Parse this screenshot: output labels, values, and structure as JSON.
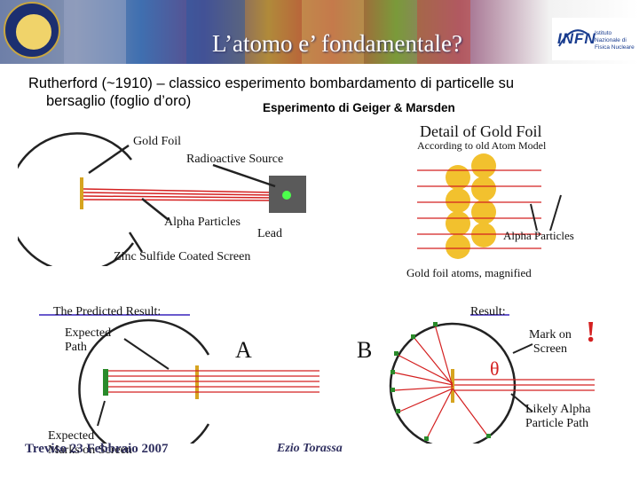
{
  "header": {
    "title": "L’atomo e’ fondamentale?",
    "logo_left": "university-seal",
    "logo_right": "INFN",
    "logo_right_sub": "Istituto Nazionale di Fisica Nucleare"
  },
  "intro": {
    "line1": "Rutherford (~1910) – classico esperimento bombardamento di particelle su",
    "line2": "bersaglio (foglio d’oro)"
  },
  "experiment_label": "Esperimento di Geiger & Marsden",
  "setup": {
    "gold_foil": "Gold Foil",
    "radioactive_source": "Radioactive Source",
    "alpha_particles": "Alpha Particles",
    "lead": "Lead",
    "screen": "Zinc Sulfide Coated Screen"
  },
  "detail": {
    "title": "Detail of Gold Foil",
    "subtitle": "According to old Atom Model",
    "alpha_particles": "Alpha Particles",
    "atoms": "Gold foil atoms, magnified"
  },
  "predicted": {
    "title": "The Predicted Result:",
    "expected_path": [
      "Expected",
      "Path"
    ],
    "expected_marks": [
      "Expected",
      "Marks on Screen"
    ],
    "panel_label": "A"
  },
  "result": {
    "title": "Result:",
    "mark_on_screen": [
      "Mark on",
      "Screen"
    ],
    "exclaim": "!",
    "theta": "θ",
    "likely_path": [
      "Likely Alpha",
      "Particle Path"
    ],
    "panel_label": "B"
  },
  "footer": {
    "left": "Treviso 23 Febbraio 2007",
    "center": "Ezio Torassa"
  },
  "colors": {
    "foil": "#d6a420",
    "beam": "#d42020",
    "screen_mark": "#2a8a2a",
    "atom": "#f2c12e",
    "footer_text": "#303060"
  }
}
